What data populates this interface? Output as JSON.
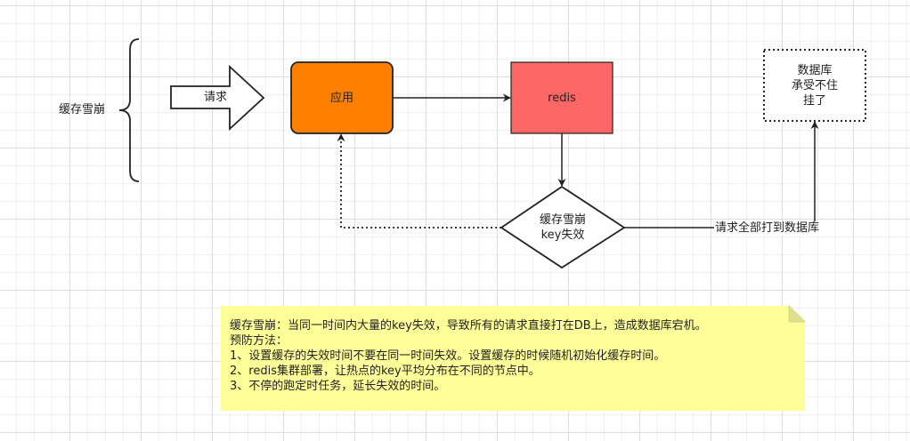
{
  "diagram": {
    "brace_label": "缓存雪崩",
    "request_arrow_label": "请求",
    "node_app": {
      "label": "应用",
      "fill": "#ff8000"
    },
    "node_redis": {
      "label": "redis",
      "fill": "#ff6666"
    },
    "node_db": {
      "lines": [
        "数据库",
        "承受不住",
        "挂了"
      ]
    },
    "node_decision": {
      "lines": [
        "缓存雪崩",
        "key失效"
      ]
    },
    "edge_to_db_label": "请求全部打到数据库",
    "note": {
      "fill": "#ffff99",
      "lines": [
        "缓存雪崩：当同一时间内大量的key失效，导致所有的请求直接打在DB上，造成数据库宕机。",
        "预防方法：",
        "1、设置缓存的失效时间不要在同一时间失效。设置缓存的时候随机初始化缓存时间。",
        "2、redis集群部署，让热点的key平均分布在不同的节点中。",
        "3、不停的跑定时任务，延长失效的时间。"
      ]
    }
  }
}
